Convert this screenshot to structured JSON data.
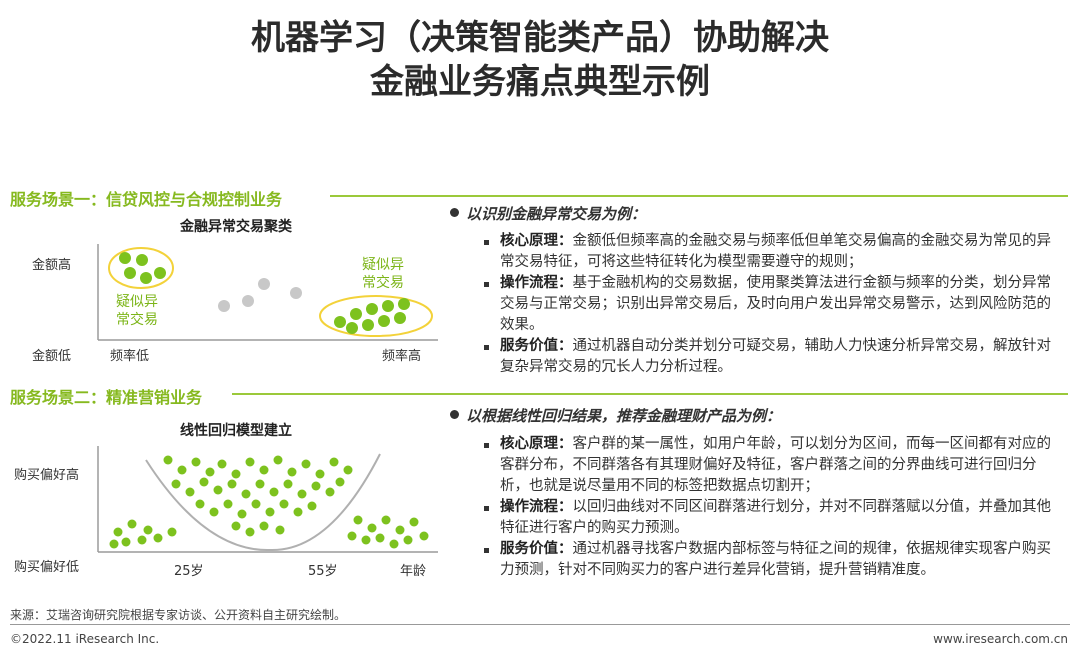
{
  "title": {
    "line1": "机器学习（决策智能类产品）协助解决",
    "line2": "金融业务痛点典型示例"
  },
  "scenario1": {
    "heading": "服务场景一：信贷风控与合规控制业务",
    "chart_title": "金融异常交易聚类",
    "y_high": "金额高",
    "y_low": "金额低",
    "x_low": "频率低",
    "x_high": "频率高",
    "cluster_left_label_1": "疑似异",
    "cluster_left_label_2": "常交易",
    "cluster_right_label_1": "疑似异",
    "cluster_right_label_2": "常交易",
    "bullet_heading": "以识别金融异常交易为例：",
    "items": [
      {
        "label": "核心原理：",
        "text": "金额低但频率高的金融交易与频率低但单笔交易偏高的金融交易为常见的异常交易特征，可将这些特征转化为模型需要遵守的规则；"
      },
      {
        "label": "操作流程：",
        "text": "基于金融机构的交易数据，使用聚类算法进行金额与频率的分类，划分异常交易与正常交易；识别出异常交易后，及时向用户发出异常交易警示，达到风险防范的效果。"
      },
      {
        "label": "服务价值：",
        "text": "通过机器自动分类并划分可疑交易，辅助人力快速分析异常交易，解放针对复杂异常交易的冗长人力分析过程。"
      }
    ]
  },
  "scenario2": {
    "heading": "服务场景二：精准营销业务",
    "chart_title": "线性回归模型建立",
    "y_high": "购买偏好高",
    "y_low": "购买偏好低",
    "x_tick1": "25岁",
    "x_tick2": "55岁",
    "x_label": "年龄",
    "bullet_heading": "以根据线性回归结果，推荐金融理财产品为例：",
    "items": [
      {
        "label": "核心原理：",
        "text": "客户群的某一属性，如用户年龄，可以划分为区间，而每一区间都有对应的客群分布，不同群落各有其理财偏好及特征，客户群落之间的分界曲线可进行回归分析，也就是说尽量用不同的标签把数据点切割开；"
      },
      {
        "label": "操作流程：",
        "text": "以回归曲线对不同区间群落进行划分，并对不同群落赋以分值，并叠加其他特征进行客户的购买力预测。"
      },
      {
        "label": "服务价值：",
        "text": "通过机器寻找客户数据内部标签与特征之间的规律，依据规律实现客户购买力预测，针对不同购买力的客户进行差异化营销，提升营销精准度。"
      }
    ]
  },
  "colors": {
    "accent": "#86b91f",
    "dot_green": "#7dc21e",
    "dot_gray": "#c8c8c8",
    "ellipse": "#f3d23a"
  },
  "footer": {
    "source": "来源：艾瑞咨询研究院根据专家访谈、公开资料自主研究绘制。",
    "copyright": "©2022.11 iResearch Inc.",
    "website": "www.iresearch.com.cn"
  }
}
